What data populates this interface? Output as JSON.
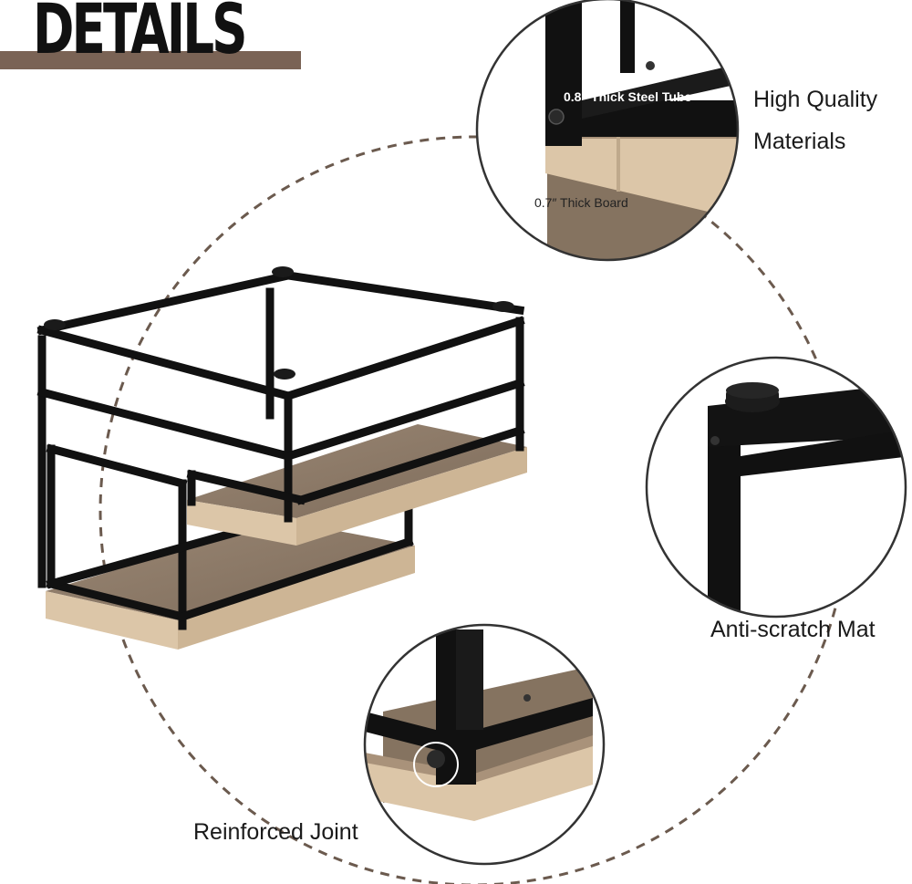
{
  "heading": "DETAILS",
  "callouts": {
    "materials": "High Quality Materials",
    "tube": "0.8″ Thick Steel Tube",
    "board": "0.7″ Thick Board",
    "mat": "Anti-scratch Mat",
    "joint": "Reinforced Joint"
  },
  "colors": {
    "accent_bar": "#7a6355",
    "frame": "#111111",
    "wood_top": "#8c7a68",
    "wood_edge": "#d8c2a4",
    "dashed_ring": "#6b5a4e",
    "circle_border": "#333333"
  }
}
